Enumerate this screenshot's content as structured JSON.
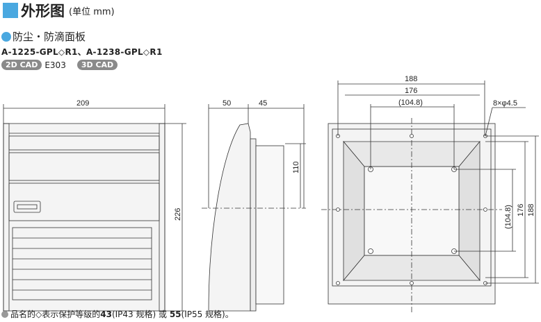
{
  "header": {
    "title": "外形图",
    "unit": "(单位 mm)"
  },
  "section": {
    "title": "防尘・防滴面板",
    "models": "A-1225-GPL◇R1、A-1238-GPL◇R1",
    "cad2d": "2D CAD",
    "cad_code": "E303",
    "cad3d": "3D CAD"
  },
  "dims": {
    "front_width": "209",
    "front_height": "226",
    "side_depth1": "50",
    "side_depth2": "45",
    "side_height": "110",
    "back_w1": "188",
    "back_w2": "176",
    "back_w3": "(104.8)",
    "holes": "8×φ4.5",
    "back_h1": "188",
    "back_h2": "176",
    "back_h3": "(104.8)"
  },
  "note": {
    "t1": "品名的◇表示保护等级的",
    "n1": "43",
    "t2": "(IP43 规格) 或",
    "n2": "55",
    "t3": "(IP55 规格)。"
  }
}
